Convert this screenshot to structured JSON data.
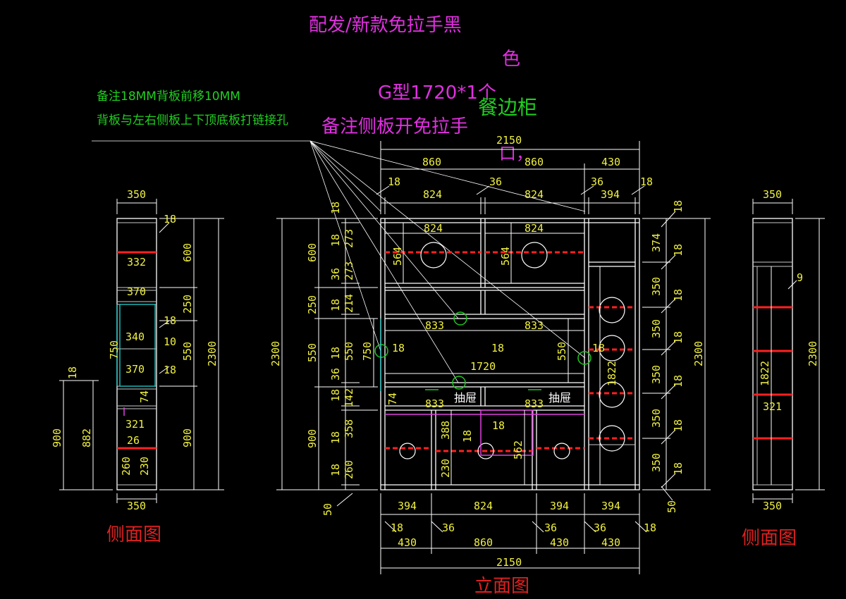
{
  "notes": {
    "magenta_title_line1": "配发/新款免拉手黑",
    "magenta_title_line2": "色",
    "magenta_model": "G型1720*1个",
    "magenta_note": "备注侧板开免拉手",
    "magenta_note2": "口，",
    "green_name": "餐边柜",
    "green_note_line1": "备注18MM背板前移10MM",
    "green_note_line2": "背板与左右侧板上下顶底板打链接孔"
  },
  "labels": {
    "side_view_left": "侧面图",
    "side_view_right": "侧面图",
    "front_view": "立面图",
    "drawer_left": "抽屉",
    "drawer_right": "抽屉"
  },
  "colors": {
    "background": "#000000",
    "dimension_text": "#f0f040",
    "title_magenta": "#e030e0",
    "note_green": "#20d020",
    "caption_red": "#e02020",
    "rod_red": "#ff2020"
  },
  "dimensions": {
    "front_top_total": "2150",
    "front_top_860a": "860",
    "front_top_860b": "860",
    "front_top_430": "430",
    "front_18a": "18",
    "front_824a": "824",
    "front_36a": "36",
    "front_824b": "824",
    "front_36b": "36",
    "front_394top": "394",
    "front_18b": "18",
    "front_in_824a": "824",
    "front_in_824b": "824",
    "front_564a": "564",
    "front_564b": "564",
    "front_833a": "833",
    "front_833b": "833",
    "front_mid18a": "18",
    "front_mid18b": "18",
    "front_mid18c": "18",
    "front_1720": "1720",
    "front_550in": "550",
    "front_1822": "1822",
    "front_74": "74",
    "front_833c": "833",
    "front_833d": "833",
    "front_388": "388",
    "front_18low": "18",
    "front_18low2": "18",
    "front_562": "562",
    "front_230": "230",
    "front_bot_394a": "394",
    "front_bot_824": "824",
    "front_bot_394b": "394",
    "front_bot_394c": "394",
    "front_bot_18a": "18",
    "front_bot_36a": "36",
    "front_bot_36b": "36",
    "front_bot_36c": "36",
    "front_bot_18b": "18",
    "front_bot_430a": "430",
    "front_bot_860": "860",
    "front_bot_430b": "430",
    "front_bot_430c": "430",
    "front_bot_total": "2150",
    "front_left_2300": "2300",
    "front_left_600": "600",
    "front_left_250": "250",
    "front_left_550": "550",
    "front_left_900": "900",
    "front_left_750": "750",
    "front_ls_18a": "18",
    "front_ls_273a": "273",
    "front_ls_18b": "18",
    "front_ls_36a": "36",
    "front_ls_273b": "273",
    "front_ls_18c": "18",
    "front_ls_214": "214",
    "front_ls_18d": "18",
    "front_ls_550": "550",
    "front_ls_36b": "36",
    "front_ls_18e": "18",
    "front_ls_142": "142",
    "front_ls_18f": "18",
    "front_ls_358": "358",
    "front_ls_18g": "18",
    "front_ls_260": "260",
    "front_ls_50": "50",
    "front_right_2300": "2300",
    "front_rs_18a": "18",
    "front_rs_374": "374",
    "front_rs_18b": "18",
    "front_rs_350a": "350",
    "front_rs_18c": "18",
    "front_rs_350b": "350",
    "front_rs_18d": "18",
    "front_rs_350c": "350",
    "front_rs_18e": "18",
    "front_rs_350d": "350",
    "front_rs_18f": "18",
    "front_rs_350e": "350",
    "front_rs_18g": "18",
    "front_rs_50": "50",
    "ls_350top": "350",
    "ls_18": "18",
    "ls_600": "600",
    "ls_332": "332",
    "ls_370a": "370",
    "ls_250": "250",
    "ls_18a": "18",
    "ls_10": "10",
    "ls_340": "340",
    "ls_550": "550",
    "ls_750": "750",
    "ls_370b": "370",
    "ls_18b": "18",
    "ls_2300": "2300",
    "ls_74": "74",
    "ls_321": "321",
    "ls_26": "26",
    "ls_260": "260",
    "ls_230": "230",
    "ls_900r": "900",
    "ls_18left": "18",
    "ls_900l": "900",
    "ls_882": "882",
    "ls_350bot": "350",
    "rs_350top": "350",
    "rs_9": "9",
    "rs_1822": "1822",
    "rs_321": "321",
    "rs_2300": "2300",
    "rs_350bot": "350"
  }
}
